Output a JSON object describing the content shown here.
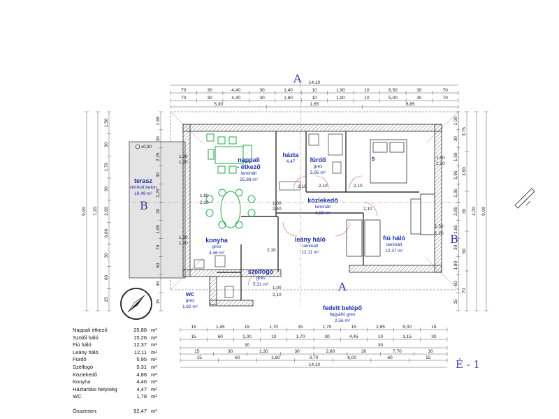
{
  "colors": {
    "wall": "#333333",
    "hatch": "#999999",
    "furniture": "#22aa44",
    "label": "#1a2fa8",
    "section": "#3a3aa8",
    "cut": "#e06060"
  },
  "rooms": [
    {
      "id": "nappali",
      "name": "nappali\n- étkező",
      "floor": "laminált",
      "area": "25,88 m²"
    },
    {
      "id": "haztartasi",
      "name": "házta",
      "floor": "",
      "area": "4,47"
    },
    {
      "id": "furdo",
      "name": "fürdő",
      "floor": "gres",
      "area": "5,95 m²"
    },
    {
      "id": "szuloi",
      "name": "s",
      "floor": "",
      "area": ""
    },
    {
      "id": "kozlekedo",
      "name": "közlekedő",
      "floor": "laminált",
      "area": "4,88 m²"
    },
    {
      "id": "leany",
      "name": "leány háló",
      "floor": "laminált",
      "area": "12,11 m²"
    },
    {
      "id": "fiu",
      "name": "fiú háló",
      "floor": "laminált",
      "area": "12,37 m²"
    },
    {
      "id": "konyha",
      "name": "konyha",
      "floor": "gres",
      "area": "4,46 m²"
    },
    {
      "id": "szelfogo",
      "name": "szélfogó",
      "floor": "gres",
      "area": "5,31 m²"
    },
    {
      "id": "wc",
      "name": "wc",
      "floor": "gres",
      "area": "1,82 m²"
    },
    {
      "id": "terasz",
      "name": "terasz",
      "floor": "simított beton",
      "area": "19,49 m²"
    },
    {
      "id": "fedett",
      "name": "fedett belépő",
      "floor": "fagyálló gres",
      "area": "2,56 m²"
    }
  ],
  "area_table": {
    "unit": "m²",
    "rows": [
      {
        "name": "Nappali étkező",
        "value": "25,88"
      },
      {
        "name": "Szülői háló",
        "value": "15,26"
      },
      {
        "name": "Fiú háló",
        "value": "12,37"
      },
      {
        "name": "Leány háló",
        "value": "12,11"
      },
      {
        "name": "Fürdő",
        "value": "5,95"
      },
      {
        "name": "Szélfogó",
        "value": "5,31"
      },
      {
        "name": "Közlekedő",
        "value": "4,88"
      },
      {
        "name": "Konyha",
        "value": "4,46"
      },
      {
        "name": "Háztartási helyiség",
        "value": "4,47"
      },
      {
        "name": "WC",
        "value": "1,78"
      }
    ],
    "total_label": "Összesen:",
    "total_value": "92,47"
  },
  "section_marks": {
    "a": "A",
    "b": "B",
    "sheet": "É - 1"
  },
  "level_mark": "±0,30",
  "dims": {
    "top_overall": "14,10",
    "top_row1": [
      "70",
      "30",
      "4,40",
      "30",
      "1,40",
      "10",
      "1,90",
      "10",
      "8,50",
      "30",
      "70"
    ],
    "top_row2": [
      "70",
      "30",
      "4,40",
      "30",
      "1,80",
      "10",
      "1,90",
      "10",
      "5,00",
      "30",
      "70"
    ],
    "top_row3": [
      "5,30",
      "1,65",
      "6,85"
    ],
    "bottom_row1": [
      "15",
      "1,45",
      "15",
      "1,70",
      "15",
      "1,70",
      "15",
      "2,85",
      "5,00",
      "15"
    ],
    "bottom_row2": [
      "15",
      "60",
      "1,00",
      "10",
      "1,70",
      "30",
      "4,45",
      "10",
      "3,15",
      "30"
    ],
    "bottom_row3": [
      "30",
      "30"
    ],
    "bottom_row4": [
      "15",
      "30",
      "1,30",
      "30",
      "2,80",
      "30",
      "7,70",
      "30"
    ],
    "bottom_row5": [
      "15",
      "60",
      "1,60",
      "3,70",
      "8,00",
      "60",
      "15"
    ],
    "bottom_overall": "14,10",
    "left_outer": "9,90",
    "left_mid": "7,20",
    "left_row": [
      "1,50",
      "30",
      "1,70",
      "30",
      "2,90",
      "6,00",
      "30",
      "60",
      "15"
    ],
    "left_inner": [
      "1,65",
      "30",
      "2,25",
      "30",
      "2,25",
      "30",
      "1,05",
      "70",
      "60",
      "45",
      "15"
    ],
    "right_outer": "9,90",
    "right_mid": "4,20",
    "right_row": [
      "3,75",
      "3,90",
      "30",
      "60",
      "70"
    ],
    "right_inner": [
      "1,00",
      "30",
      "1,50",
      "1,95",
      "2,35",
      "2,85",
      "1,65",
      "30",
      "1,80",
      "60",
      "15"
    ],
    "doors": [
      "1,20",
      "1,20",
      "2,10",
      "1,80",
      "2,10",
      "1,00",
      "2,40",
      "1,20",
      "1,20",
      "2,10",
      "1,00",
      "2,10",
      "1,50",
      "1,20",
      "1,50",
      "1,20",
      "2,10",
      "2,10",
      "2,10"
    ]
  }
}
